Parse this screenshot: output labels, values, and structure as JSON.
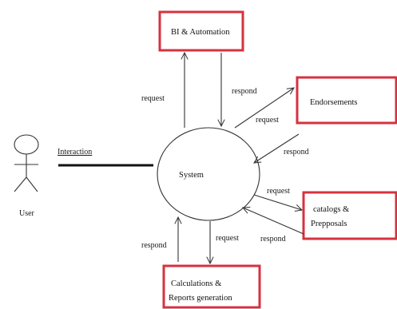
{
  "nodes": {
    "bi_automation": {
      "label": "BI & Automation"
    },
    "endorsements": {
      "label": "Endorsements"
    },
    "catalogs": {
      "line1": "catalogs &",
      "line2": "Prepposals"
    },
    "calculations": {
      "line1": "Calculations &",
      "line2": "Reports generation"
    },
    "system": {
      "label": "System"
    },
    "user": {
      "label": "User"
    }
  },
  "labels": {
    "interaction": "Interaction",
    "bi_request": "request",
    "bi_respond": "respond",
    "end_request": "request",
    "end_respond": "respond",
    "cat_request": "request",
    "cat_respond": "respond",
    "calc_respond": "respond",
    "calc_request": "request"
  },
  "colors": {
    "box_border": "#d6323f",
    "line": "#333333"
  }
}
